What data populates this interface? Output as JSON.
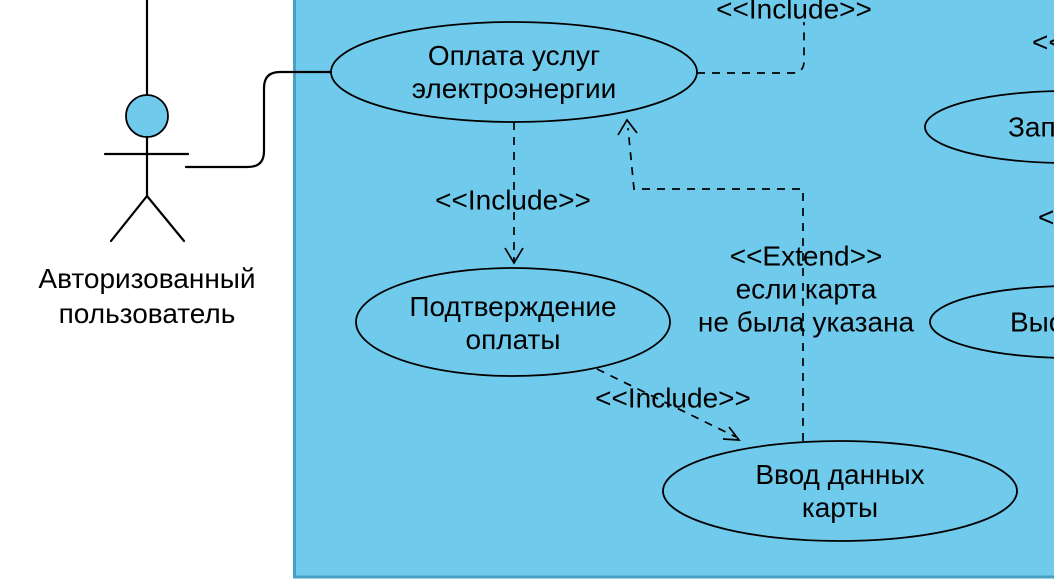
{
  "colors": {
    "system_fill": "#70CAEC",
    "system_border": "#46A1C4",
    "line": "#000000",
    "canvas_background": "#FFFFFF"
  },
  "actor": {
    "label": "Авторизованный\nпользователь"
  },
  "usecases": {
    "pay": "Оплата услуг\nэлектроэнергии",
    "confirm": "Подтверждение\nоплаты",
    "card_entry": "Ввод данных карты",
    "right_top_partial": "Зап",
    "right_bottom_partial": "Выс"
  },
  "relations": {
    "include_top": "<<Include>>",
    "include_mid": "<<Include>>",
    "include_bottom": "<<Include>>",
    "extend": "<<Extend>>\nесли карта\nне была указана",
    "right_top_partial": "<<",
    "right_mid_partial": "<<"
  }
}
